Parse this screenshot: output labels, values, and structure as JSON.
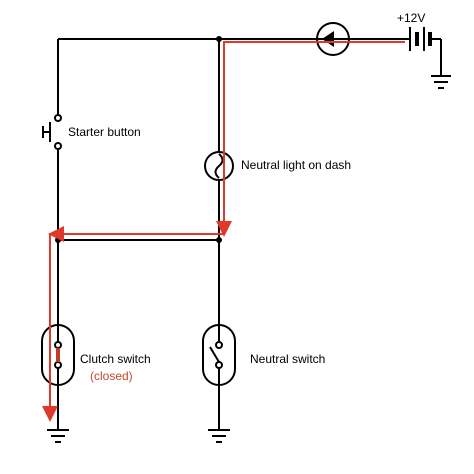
{
  "labels": {
    "supply": "+12V",
    "starter_button": "Starter button",
    "neutral_light": "Neutral light on dash",
    "clutch_switch": "Clutch switch",
    "clutch_state": "(closed)",
    "neutral_switch": "Neutral switch"
  },
  "colors": {
    "wire": "#000000",
    "current_flow": "#e0392b",
    "state_text": "#c0492b"
  }
}
